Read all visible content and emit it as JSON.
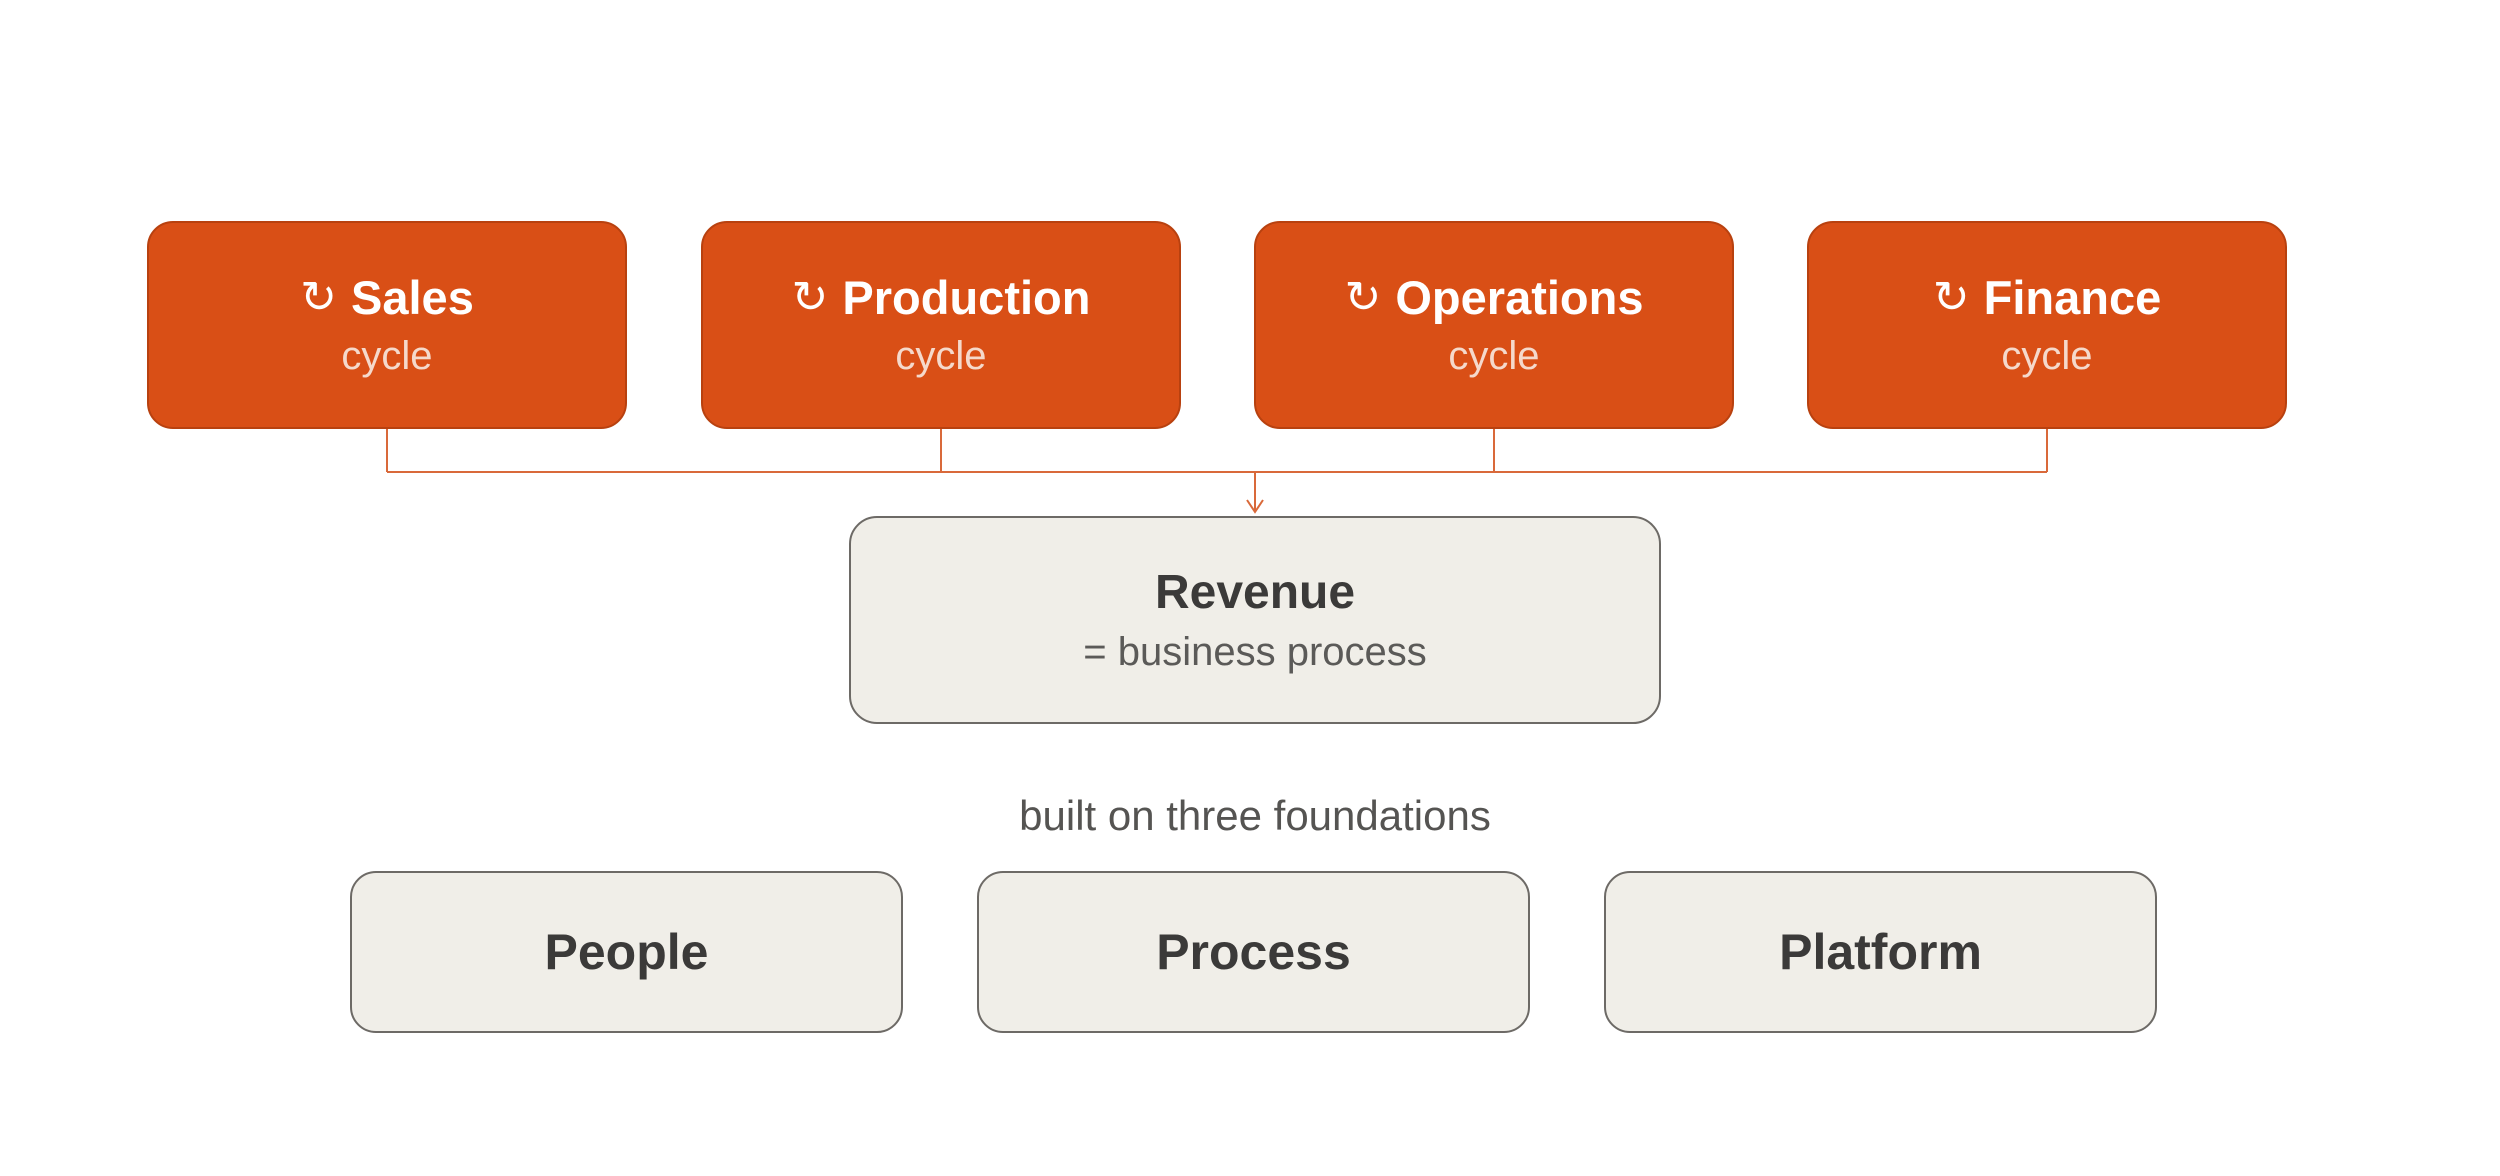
{
  "cycles": [
    {
      "icon": "refresh-cycle-icon",
      "glyph": "↻",
      "label": "Sales",
      "sub": "cycle"
    },
    {
      "icon": "refresh-cycle-icon",
      "glyph": "↻",
      "label": "Production",
      "sub": "cycle"
    },
    {
      "icon": "refresh-cycle-icon",
      "glyph": "↻",
      "label": "Operations",
      "sub": "cycle"
    },
    {
      "icon": "refresh-cycle-icon",
      "glyph": "↻",
      "label": "Finance",
      "sub": "cycle"
    }
  ],
  "revenue": {
    "title": "Revenue",
    "subtitle": "= business process"
  },
  "foundations_caption": "built on three foundations",
  "foundations": [
    {
      "label": "People"
    },
    {
      "label": "Process"
    },
    {
      "label": "Platform"
    }
  ],
  "colors": {
    "cycle_fill": "#d94f16",
    "connector": "#d9693a",
    "neutral_fill": "#f0eee8",
    "neutral_border": "#6d6a66",
    "dark_text": "#3b3a39"
  }
}
